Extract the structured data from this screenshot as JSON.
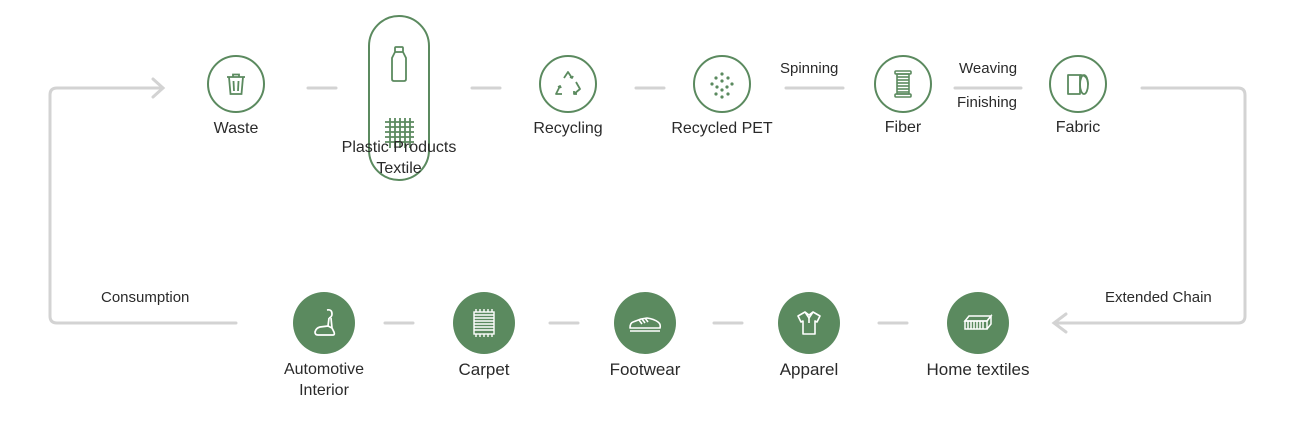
{
  "colors": {
    "accent": "#5b8a5f",
    "connector": "#d3d3d3"
  },
  "top_row": [
    {
      "id": "waste",
      "label": "Waste",
      "icon": "trash-icon"
    },
    {
      "id": "plastic",
      "label_lines": [
        "Plastic Products",
        "Textile"
      ],
      "icons": [
        "bottle-icon",
        "textile-grid-icon"
      ]
    },
    {
      "id": "recycling",
      "label": "Recycling",
      "icon": "recycle-icon"
    },
    {
      "id": "rpet",
      "label": "Recycled PET",
      "icon": "pellets-icon"
    },
    {
      "id": "fiber",
      "label": "Fiber",
      "icon": "fiber-spool-icon"
    },
    {
      "id": "fabric",
      "label": "Fabric",
      "icon": "fabric-roll-icon"
    }
  ],
  "edge_labels": {
    "spinning": "Spinning",
    "weaving": "Weaving",
    "finishing": "Finishing",
    "extended_chain": "Extended Chain",
    "consumption": "Consumption"
  },
  "bottom_row": [
    {
      "id": "home",
      "label": "Home textiles",
      "icon": "mattress-icon"
    },
    {
      "id": "apparel",
      "label": "Apparel",
      "icon": "shirt-icon"
    },
    {
      "id": "footwear",
      "label": "Footwear",
      "icon": "sneaker-icon"
    },
    {
      "id": "carpet",
      "label": "Carpet",
      "icon": "carpet-icon"
    },
    {
      "id": "automotive",
      "label_lines": [
        "Automotive",
        "Interior"
      ],
      "icon": "car-seat-icon"
    }
  ]
}
